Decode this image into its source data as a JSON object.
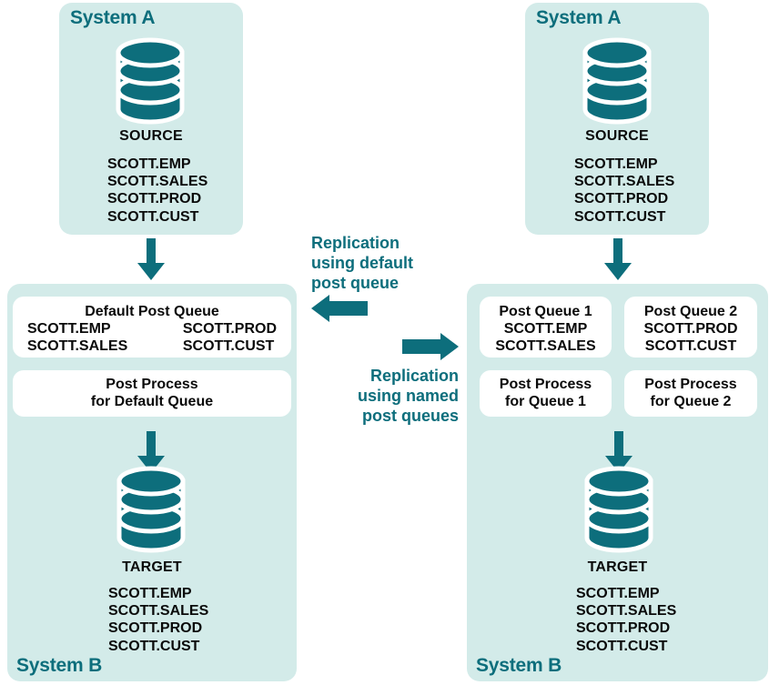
{
  "colors": {
    "teal": "#0d6e7c",
    "panel_bg": "#d3ebe9",
    "box_bg": "#ffffff",
    "text": "#0a0a0a"
  },
  "left_scenario": {
    "source_panel": {
      "label": "System A",
      "db_caption": "SOURCE",
      "tables": [
        "SCOTT.EMP",
        "SCOTT.SALES",
        "SCOTT.PROD",
        "SCOTT.CUST"
      ]
    },
    "target_panel": {
      "label": "System B",
      "queue_box": {
        "title": "Default Post Queue",
        "col_left": [
          "SCOTT.EMP",
          "SCOTT.SALES"
        ],
        "col_right": [
          "SCOTT.PROD",
          "SCOTT.CUST"
        ]
      },
      "process_box": {
        "line1": "Post Process",
        "line2": "for Default Queue"
      },
      "db_caption": "TARGET",
      "tables": [
        "SCOTT.EMP",
        "SCOTT.SALES",
        "SCOTT.PROD",
        "SCOTT.CUST"
      ]
    }
  },
  "right_scenario": {
    "source_panel": {
      "label": "System A",
      "db_caption": "SOURCE",
      "tables": [
        "SCOTT.EMP",
        "SCOTT.SALES",
        "SCOTT.PROD",
        "SCOTT.CUST"
      ]
    },
    "target_panel": {
      "label": "System B",
      "queue1": {
        "title": "Post Queue 1",
        "tables": [
          "SCOTT.EMP",
          "SCOTT.SALES"
        ]
      },
      "queue2": {
        "title": "Post Queue 2",
        "tables": [
          "SCOTT.PROD",
          "SCOTT.CUST"
        ]
      },
      "process1": {
        "line1": "Post Process",
        "line2": "for Queue 1"
      },
      "process2": {
        "line1": "Post Process",
        "line2": "for Queue 2"
      },
      "db_caption": "TARGET",
      "tables": [
        "SCOTT.EMP",
        "SCOTT.SALES",
        "SCOTT.PROD",
        "SCOTT.CUST"
      ]
    }
  },
  "middle": {
    "default_label": {
      "line1": "Replication",
      "line2": "using default",
      "line3": "post queue"
    },
    "named_label": {
      "line1": "Replication",
      "line2": "using named",
      "line3": "post queues"
    }
  }
}
